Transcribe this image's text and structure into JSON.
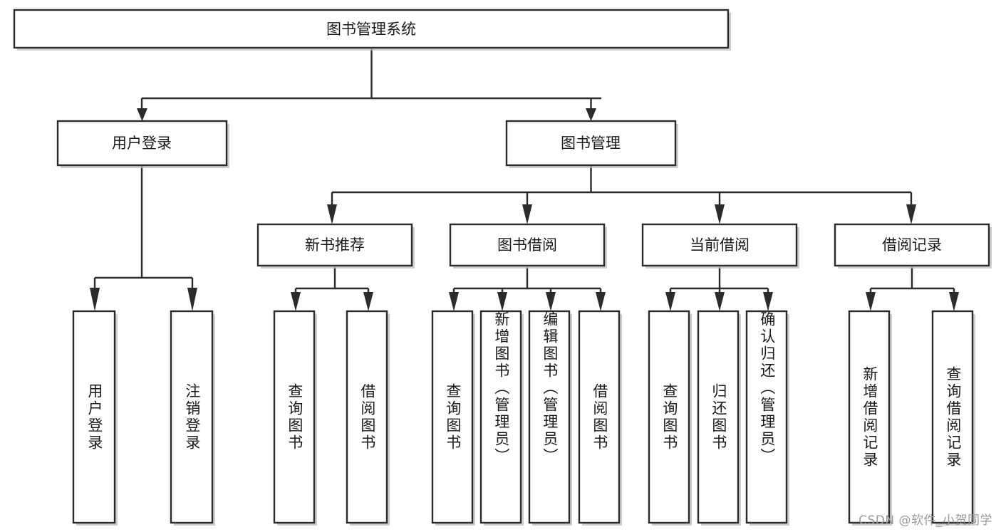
{
  "diagram": {
    "type": "tree",
    "title": "图书管理系统",
    "orientation": "top-down",
    "colors": {
      "box_stroke": "#2b2b2b",
      "box_fill": "#ffffff",
      "connector": "#2b2b2b",
      "text": "#1a1a1a",
      "watermark": "#9a9a9a",
      "background": "#ffffff"
    },
    "root": {
      "id": "root",
      "label": "图书管理系统",
      "level": 0
    },
    "level1": [
      {
        "id": "user-login",
        "label": "用户登录",
        "level": 1
      },
      {
        "id": "book-manage",
        "label": "图书管理",
        "level": 1
      }
    ],
    "level2": [
      {
        "id": "new-book-recommend",
        "label": "新书推荐",
        "level": 2,
        "parent": "book-manage"
      },
      {
        "id": "book-borrow",
        "label": "图书借阅",
        "level": 2,
        "parent": "book-manage"
      },
      {
        "id": "current-borrow",
        "label": "当前借阅",
        "level": 2,
        "parent": "book-manage"
      },
      {
        "id": "borrow-record",
        "label": "借阅记录",
        "level": 2,
        "parent": "borrow-record-parent"
      }
    ],
    "leaves": [
      {
        "id": "leaf-user-login",
        "label": "用户登录",
        "parent": "user-login"
      },
      {
        "id": "leaf-user-logout",
        "label": "注销登录",
        "parent": "user-login"
      },
      {
        "id": "leaf-query-book-1",
        "label": "查询图书",
        "parent": "new-book-recommend"
      },
      {
        "id": "leaf-borrow-book-1",
        "label": "借阅图书",
        "parent": "new-book-recommend"
      },
      {
        "id": "leaf-query-book-2",
        "label": "查询图书",
        "parent": "book-borrow"
      },
      {
        "id": "leaf-add-book",
        "label": "新增图书（管理员）",
        "parent": "book-borrow"
      },
      {
        "id": "leaf-edit-book",
        "label": "编辑图书（管理员）",
        "parent": "book-borrow"
      },
      {
        "id": "leaf-borrow-book-2",
        "label": "借阅图书",
        "parent": "book-borrow"
      },
      {
        "id": "leaf-query-book-3",
        "label": "查询图书",
        "parent": "current-borrow"
      },
      {
        "id": "leaf-return-book",
        "label": "归还图书",
        "parent": "current-borrow"
      },
      {
        "id": "leaf-confirm-return",
        "label": "确认归还（管理员）",
        "parent": "current-borrow"
      },
      {
        "id": "leaf-add-record",
        "label": "新增借阅记录",
        "parent": "borrow-record"
      },
      {
        "id": "leaf-query-record",
        "label": "查询借阅记录",
        "parent": "borrow-record"
      }
    ],
    "watermark": "CSDN @软件_小贺同学"
  }
}
